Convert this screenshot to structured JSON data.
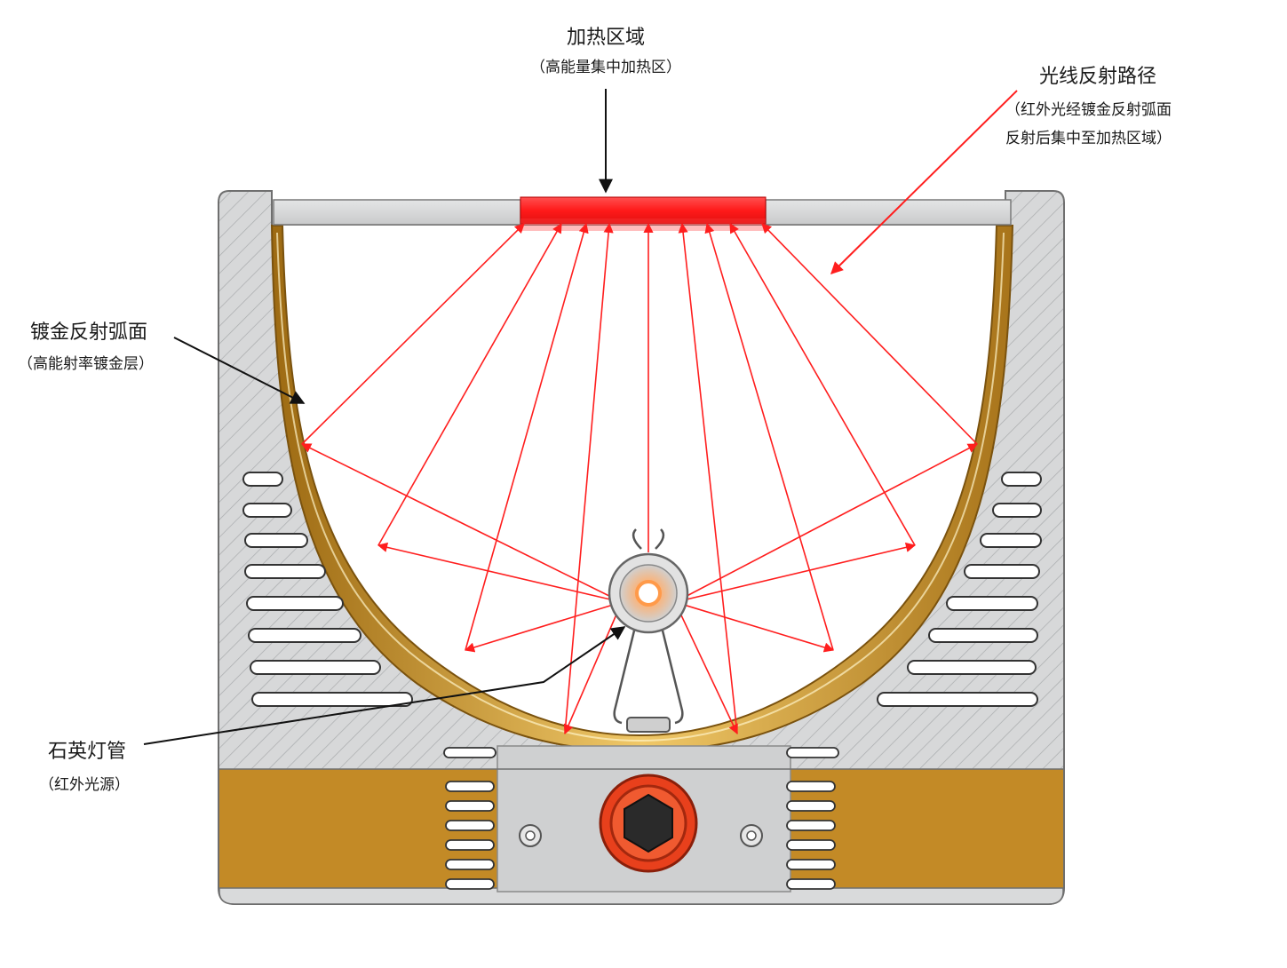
{
  "labels": {
    "heating_zone": {
      "title": "加热区域",
      "sub": "（高能量集中加热区）"
    },
    "light_path": {
      "title": "光线反射路径",
      "sub_line1": "（红外光经镀金反射弧面",
      "sub_line2": "反射后集中至加热区域）"
    },
    "reflector": {
      "title": "镀金反射弧面",
      "sub": "（高能射率镀金层）"
    },
    "lamp": {
      "title": "石英灯管",
      "sub": "（红外光源）"
    }
  },
  "colors": {
    "metal": "#d9dadb",
    "metal_dark": "#6f6f6f",
    "gold": "#c8912a",
    "gold_light": "#f0c868",
    "ray": "#ff1e1e",
    "heat_zone": "#ff2a2a",
    "knob": "#e8401c"
  }
}
